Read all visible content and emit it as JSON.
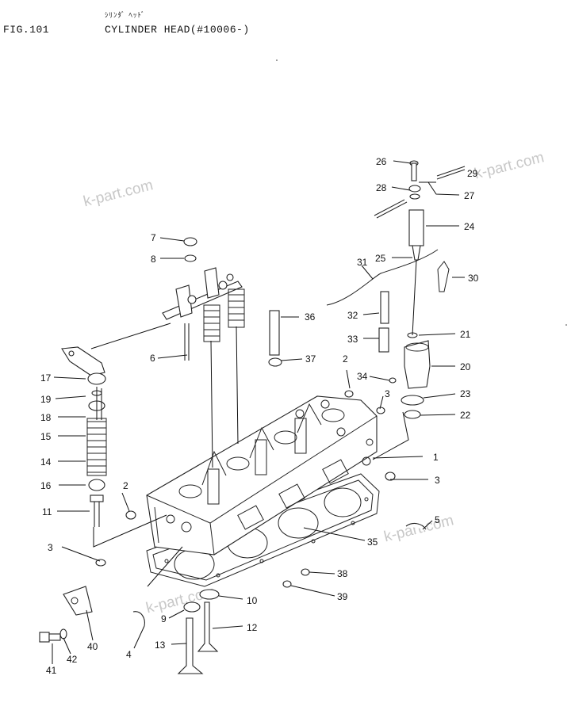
{
  "header": {
    "fig_no": "FIG.101",
    "title_jp": "ｼﾘﾝﾀﾞ ﾍｯﾄﾞ",
    "title_en": "CYLINDER HEAD(#10006-)"
  },
  "watermarks": [
    "k-part.com",
    "k-part.com",
    "k-part.com",
    "k-part.com"
  ],
  "callouts": [
    {
      "n": "1"
    },
    {
      "n": "2"
    },
    {
      "n": "2"
    },
    {
      "n": "3"
    },
    {
      "n": "3"
    },
    {
      "n": "3"
    },
    {
      "n": "4"
    },
    {
      "n": "5"
    },
    {
      "n": "6"
    },
    {
      "n": "7"
    },
    {
      "n": "8"
    },
    {
      "n": "9"
    },
    {
      "n": "10"
    },
    {
      "n": "11"
    },
    {
      "n": "12"
    },
    {
      "n": "13"
    },
    {
      "n": "14"
    },
    {
      "n": "15"
    },
    {
      "n": "16"
    },
    {
      "n": "17"
    },
    {
      "n": "18"
    },
    {
      "n": "19"
    },
    {
      "n": "20"
    },
    {
      "n": "21"
    },
    {
      "n": "22"
    },
    {
      "n": "23"
    },
    {
      "n": "24"
    },
    {
      "n": "25"
    },
    {
      "n": "26"
    },
    {
      "n": "27"
    },
    {
      "n": "28"
    },
    {
      "n": "29"
    },
    {
      "n": "30"
    },
    {
      "n": "31"
    },
    {
      "n": "32"
    },
    {
      "n": "33"
    },
    {
      "n": "34"
    },
    {
      "n": "35"
    },
    {
      "n": "36"
    },
    {
      "n": "37"
    },
    {
      "n": "38"
    },
    {
      "n": "39"
    },
    {
      "n": "40"
    },
    {
      "n": "41"
    },
    {
      "n": "42"
    }
  ]
}
